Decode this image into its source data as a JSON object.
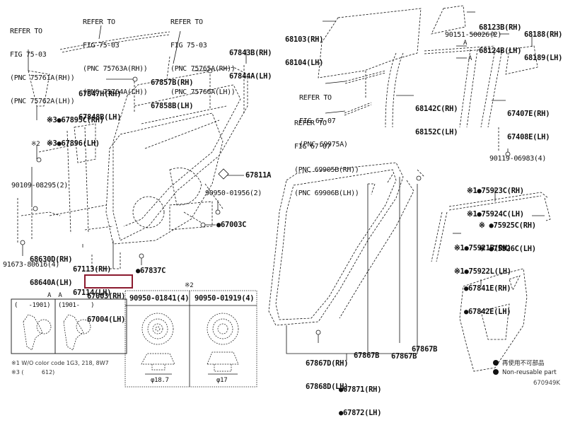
{
  "figure_id": "670949K",
  "highlight_color": "#8b1a2e",
  "labels": {
    "refer_75_03_a": [
      "REFER TO",
      "FIG 75-03",
      "(PNC 75761A(RH))",
      "(PNC 75762A(LH))"
    ],
    "refer_75_03_b": [
      "REFER TO",
      "FIG 75-03",
      "(PNC 75763A(RH))",
      "(PNC 75764A(LH))"
    ],
    "refer_75_03_c": [
      "REFER TO",
      "FIG 75-03",
      "(PNC 75765A(RH))",
      "(PNC 75766A(LH))"
    ],
    "p67843B": [
      "67843B(RH)",
      "67844A(LH)"
    ],
    "p67857B": [
      "67857B(RH)",
      "67858B(LH)"
    ],
    "p67847H": [
      "67847H(RH)",
      "67848B(LH)"
    ],
    "p67895C": [
      "※3●67895C(RH)",
      "※3●67896(LH)"
    ],
    "mark2_top": "※2",
    "p90109": "90109-08295(2)",
    "p68630D": [
      "68630D(RH)",
      "68640A(LH)"
    ],
    "p91673": "91673-80616(4)",
    "p67113": [
      "67113(RH)",
      "67114(LH)"
    ],
    "p67811A": "67811A",
    "p90950_01956": "90950-01956(2)",
    "p67003C": "●67003C",
    "p67837C": "●67837C",
    "p67003": [
      "67003(RH)",
      "67004(LH)"
    ],
    "p68103": [
      "68103(RH)",
      "68104(LH)"
    ],
    "refer_67_07_a": [
      "REFER TO",
      "FIG 67-07",
      "(PNC 69975A)"
    ],
    "refer_67_07_b": [
      "REFER TO",
      "FIG 67-07",
      "(PNC 69905B(RH))",
      "(PNC 69906B(LH))"
    ],
    "p68123B": [
      "68123B(RH)",
      "68124B(LH)"
    ],
    "p90151": "90151-50026(2)",
    "p68188": [
      "68188(RH)",
      "68189(LH)"
    ],
    "p68142C": [
      "68142C(RH)",
      "68152C(LH)"
    ],
    "p67407E": [
      "67407E(RH)",
      "67408E(LH)"
    ],
    "p90119": "90119-06983(4)",
    "p75923C": [
      "※1●75923C(RH)",
      "※1●75924C(LH)"
    ],
    "p75925C": [
      "※ ●75925C(RH)",
      "※ ●75926C(LH)"
    ],
    "p75921B": [
      "※1●75921B(RH)",
      "※1●75922L(LH)"
    ],
    "p67841E": [
      "●67841E(RH)",
      "●67842E(LH)"
    ],
    "p67867D": [
      "67867D(RH)",
      "67868D(LH)"
    ],
    "p67867B_a": "67867B",
    "p67867B_b": "67867B",
    "p67867B_c": "67867B",
    "p67871": [
      "●67871(RH)",
      "●67872(LH)"
    ],
    "arrow_a1": "A",
    "arrow_a2": "A"
  },
  "detail_aa": {
    "title": "A  A",
    "left_caption": "(   -1901)",
    "right_caption": "(1901-   )"
  },
  "grommets": {
    "mark": "※2",
    "left": {
      "part": "90950-01841(4)",
      "dim": "φ18.7"
    },
    "right": {
      "part": "90950-01919(4)",
      "dim": "φ17"
    }
  },
  "notes": [
    "※1 W/O color code 1G3, 218, 8W7",
    "※3 (          612)"
  ],
  "legend": [
    "再使用不可部品",
    "Non-reusable part"
  ]
}
